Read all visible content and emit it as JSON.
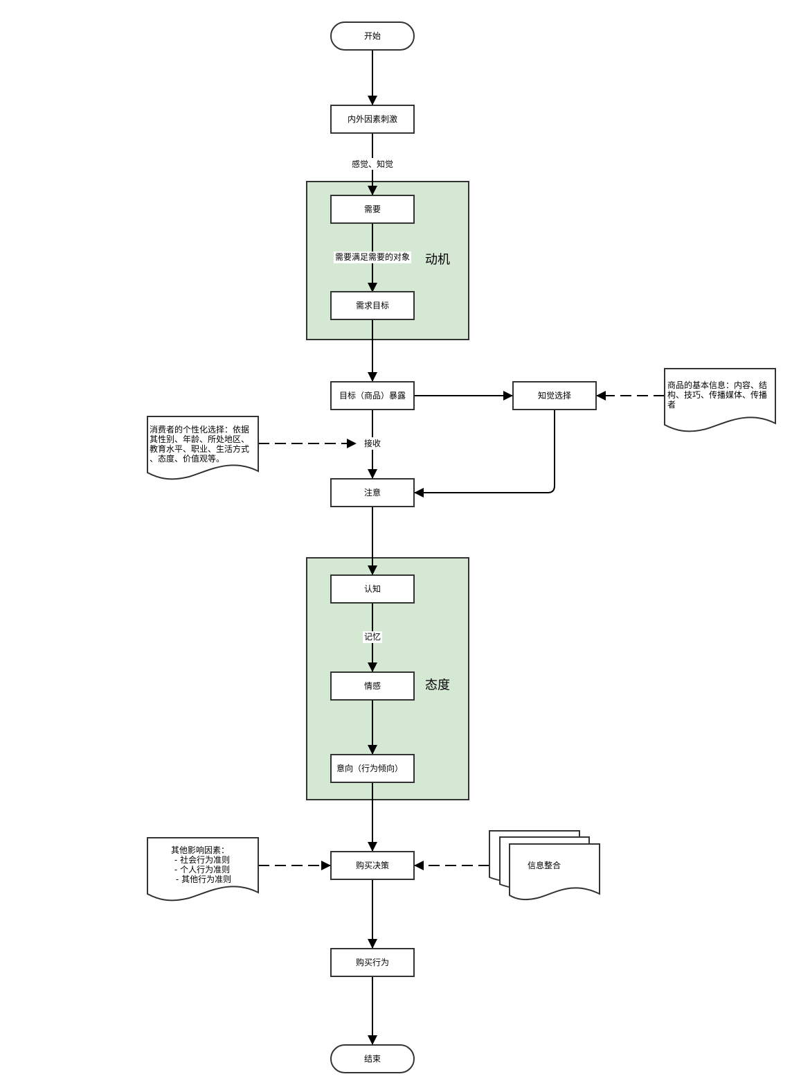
{
  "colors": {
    "group_fill": "#d5e8d4",
    "stroke": "#333333",
    "edge": "#000000",
    "node_fill": "#ffffff"
  },
  "nodes": {
    "start": "开始",
    "stimulus": "内外因素刺激",
    "need": "需要",
    "demand_goal": "需求目标",
    "exposure": "目标（商品）暴露",
    "perceptual_selection": "知觉选择",
    "reception": "接收",
    "attention": "注意",
    "cognition": "认知",
    "emotion": "情感",
    "intention": "意向（行为倾向）",
    "purchase_decision": "购买决策",
    "purchase_behavior": "购买行为",
    "end": "结束"
  },
  "groups": {
    "motivation": "动机",
    "attitude": "态度"
  },
  "edge_labels": {
    "perception": "感觉、知觉",
    "need_object": "需要满足需要的对象",
    "memory": "记忆"
  },
  "notes": {
    "consumer_choice": [
      "消费者的个性化选择：依据",
      "其性别、年龄、所处地区、",
      "教育水平、职业、生活方式",
      "、态度、价值观等。"
    ],
    "product_info": [
      "商品的基本信息：内容、结",
      "构、技巧、传播媒体、传播",
      "者"
    ],
    "other_factors": [
      "其他影响因素：",
      "- 社会行为准则",
      "- 个人行为准则",
      " - 其他行为准则"
    ],
    "info_integration": "信息整合"
  }
}
